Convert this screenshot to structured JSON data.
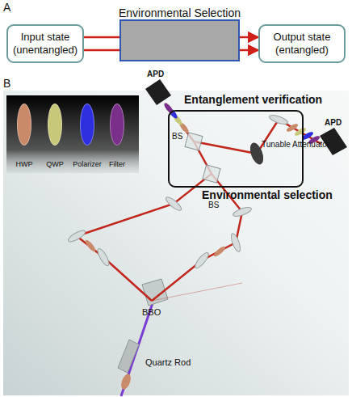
{
  "diagram": {
    "nodes": [
      {
        "text": [
          "Input state (unentangled)"
        ]
      },
      {
        "text": [
          "Environmental Selection"
        ]
      },
      {
        "text": [
          "Output state (entangled)"
        ]
      },
      {
        "text": [
          "Environmental selection"
        ]
      }
    ],
    "edges": [
      {
        "from": 0,
        "to": 2,
        "arrow": "to"
      },
      {
        "from": 0,
        "to": 2,
        "arrow": "to"
      }
    ],
    "labels": [
      "A",
      "B",
      "APD",
      "Entanglement verification",
      "APD",
      "BS",
      "Tunable Attenuator",
      "BS",
      "BBO",
      "Quartz Rod"
    ],
    "legend": [
      {
        "text": "HWP",
        "color": "#c98a6a"
      },
      {
        "text": "QWP",
        "color": "#c8c87a"
      },
      {
        "text": "Polarizer",
        "color": "#2f2fe0"
      },
      {
        "text": "Filter",
        "color": "#7a2f8a"
      }
    ]
  }
}
